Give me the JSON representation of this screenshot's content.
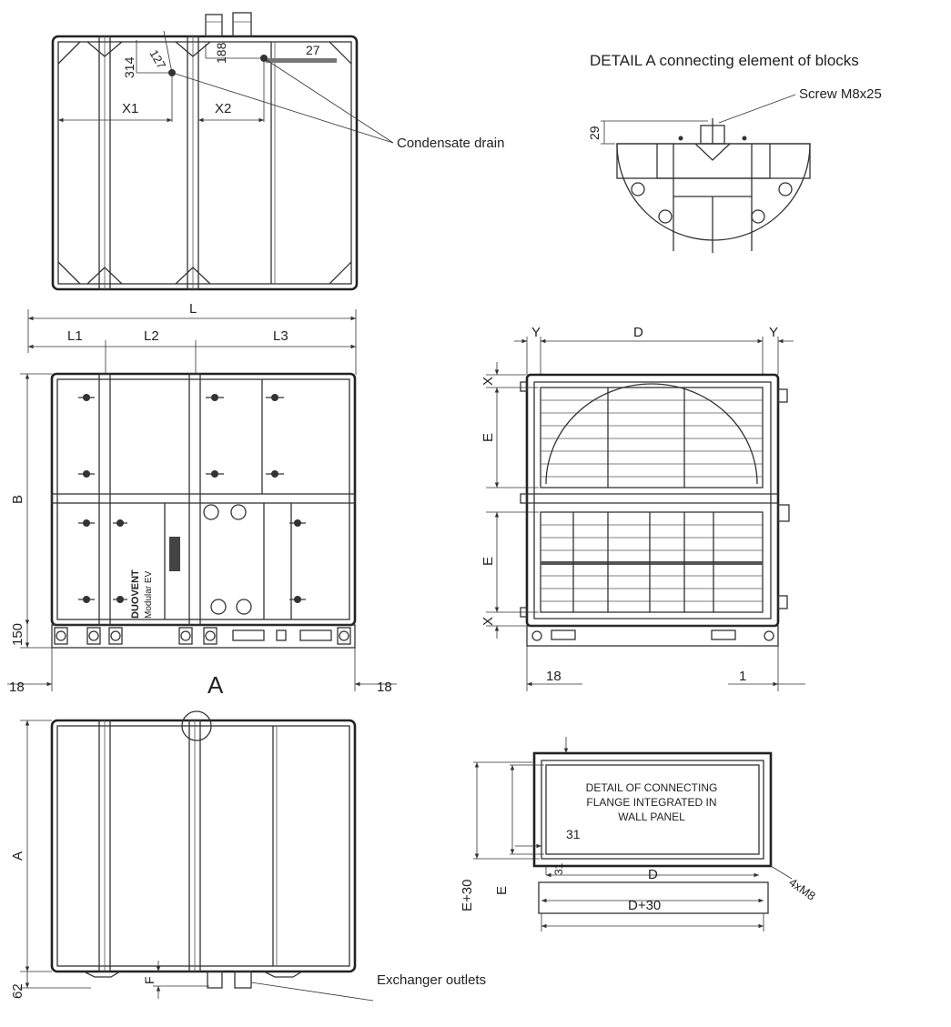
{
  "labels": {
    "detail_a_title": "DETAIL A connecting element of blocks",
    "screw": "Screw M8x25",
    "condensate_drain": "Condensate drain",
    "view_a": "A",
    "flange_detail_line1": "DETAIL OF CONNECTING",
    "flange_detail_line2": "FLANGE INTEGRATED IN",
    "flange_detail_line3": "WALL PANEL",
    "exchanger_outlets": "Exchanger outlets",
    "bolts": "4xM8",
    "brand_line1": "DUOVENT",
    "brand_line2": "Modular EV"
  },
  "dimensions": {
    "d314": "314",
    "d127": "127",
    "d188": "188",
    "d27": "27",
    "x1": "X1",
    "x2": "X2",
    "d29": "29",
    "L": "L",
    "L1": "L1",
    "L2": "L2",
    "L3": "L3",
    "B": "B",
    "d150": "150",
    "d18_left": "18",
    "d18_right": "18",
    "Y_left": "Y",
    "D_top": "D",
    "Y_right": "Y",
    "X_top": "X",
    "E_upper": "E",
    "E_lower": "E",
    "X_bottom": "X",
    "d18_side": "18",
    "d1": "1",
    "A": "A",
    "d62": "62",
    "F": "F",
    "d31_h": "31",
    "d31_v": "31",
    "D_flange": "D",
    "E_plus_30": "E+30",
    "E_flange": "E",
    "D_plus_30": "D+30"
  }
}
